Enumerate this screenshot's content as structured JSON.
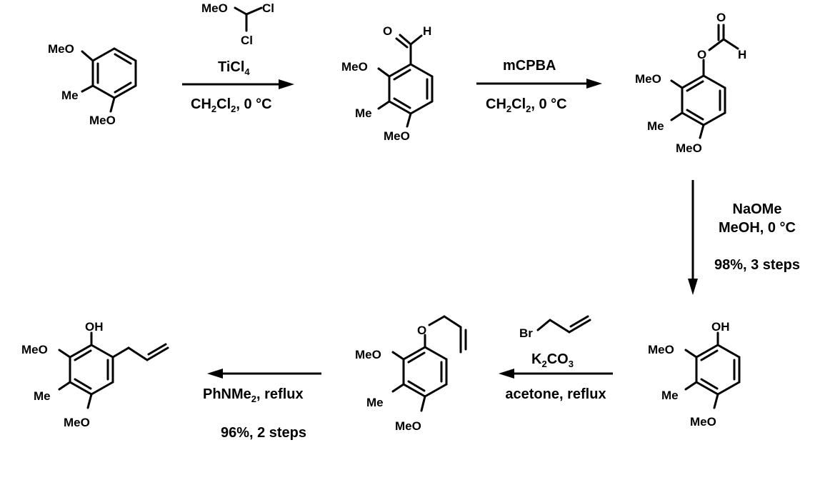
{
  "colors": {
    "ink": "#000000",
    "background": "#ffffff"
  },
  "compounds": {
    "c1": {
      "ome_top": "MeO",
      "me": "Me",
      "ome_bottom": "MeO"
    },
    "c2": {
      "o": "O",
      "h": "H",
      "ome": "MeO",
      "me": "Me",
      "ome_bottom": "MeO"
    },
    "c3": {
      "o_ester": "O",
      "o_carbonyl": "O",
      "h": "H",
      "ome": "MeO",
      "me": "Me",
      "ome_bottom": "MeO"
    },
    "c4": {
      "oh": "OH",
      "ome": "MeO",
      "me": "Me",
      "ome_bottom": "MeO"
    },
    "c5": {
      "o": "O",
      "ome": "MeO",
      "me": "Me",
      "ome_bottom": "MeO"
    },
    "c6": {
      "oh": "OH",
      "ome": "MeO",
      "me": "Me",
      "ome_bottom": "MeO"
    }
  },
  "reagents": {
    "step1": {
      "reagent_ome": "MeO",
      "reagent_cl1": "Cl",
      "reagent_cl2": "Cl",
      "lewis_acid": "TiCl",
      "lewis_acid_sub": "4",
      "solvent_a": "CH",
      "solvent_sub1": "2",
      "solvent_b": "Cl",
      "solvent_sub2": "2",
      "solvent_temp": ", 0 °C"
    },
    "step2": {
      "oxidant": "mCPBA",
      "solvent_a": "CH",
      "solvent_sub1": "2",
      "solvent_b": "Cl",
      "solvent_sub2": "2",
      "solvent_temp": ", 0 °C"
    },
    "step3": {
      "base": "NaOMe",
      "solvent": "MeOH, 0 °C",
      "yield": "98%, 3 steps"
    },
    "step4": {
      "allyl_br": "Br",
      "base_a": "K",
      "base_sub1": "2",
      "base_b": "CO",
      "base_sub2": "3",
      "solvent": "acetone, reflux"
    },
    "step5": {
      "solvent_a": "PhNMe",
      "solvent_sub": "2",
      "solvent_b": ", reflux",
      "yield": "96%, 2 steps"
    }
  }
}
